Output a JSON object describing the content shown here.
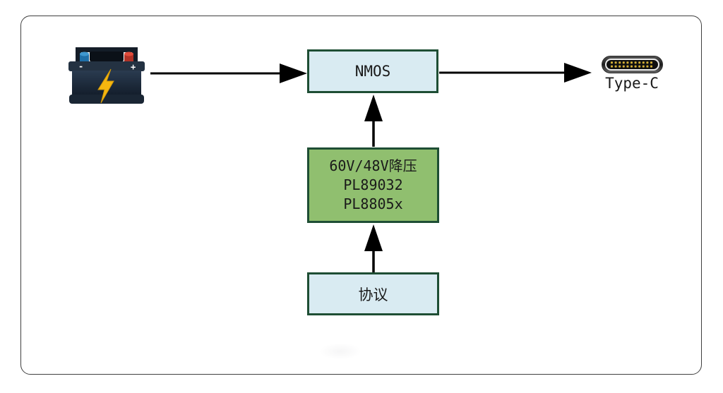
{
  "diagram": {
    "description": "Power path block diagram: battery to NMOS to Type-C, driven by buck converter and protocol block",
    "nodes": {
      "battery": {
        "icon": "car-battery-icon",
        "minus_label": "-",
        "plus_label": "+"
      },
      "nmos": {
        "label": "NMOS"
      },
      "buck": {
        "lines": [
          "60V/48V降压",
          "PL89032",
          "PL8805x"
        ]
      },
      "protocol": {
        "label": "协议"
      },
      "type_c": {
        "icon": "usb-type-c-connector-icon",
        "label": "Type-C"
      }
    },
    "edges": [
      {
        "from": "battery",
        "to": "nmos",
        "direction": "right"
      },
      {
        "from": "nmos",
        "to": "type_c",
        "direction": "right"
      },
      {
        "from": "buck",
        "to": "nmos",
        "direction": "up"
      },
      {
        "from": "protocol",
        "to": "buck",
        "direction": "up"
      }
    ],
    "colors": {
      "box_border": "#1e4e34",
      "light_box_fill": "#d9ebf2",
      "green_box_fill": "#90bf6f",
      "arrow": "#000000",
      "frame_border": "#3f3f3f",
      "canvas_bg": "#ffffff",
      "text": "#1a1a1a"
    }
  }
}
